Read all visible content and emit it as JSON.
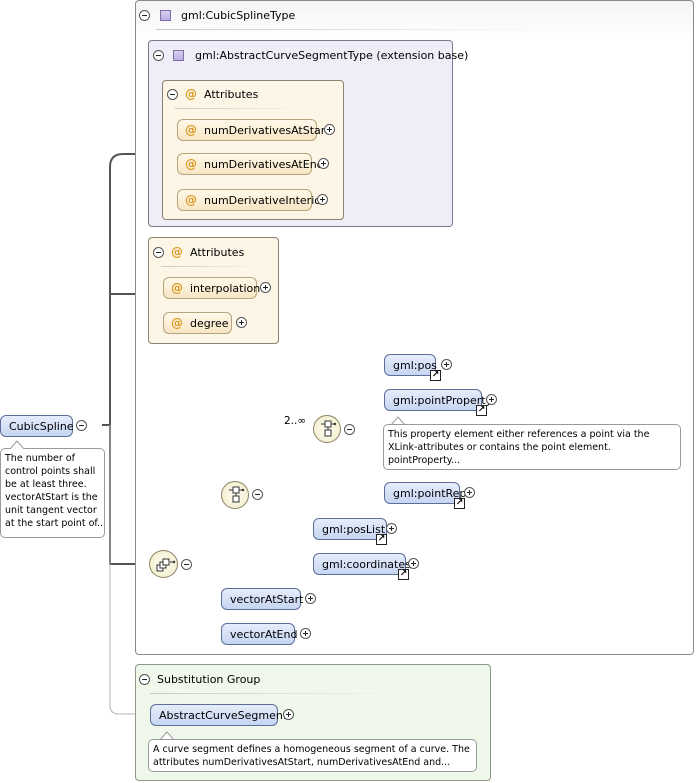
{
  "root": {
    "element_label": "CubicSpline",
    "doc_lines": [
      "The number of",
      "control points shall",
      "be at least three.",
      "vectorAtStart is the",
      "unit tangent vector",
      "at the start point of..."
    ]
  },
  "complex_type": {
    "title": "gml:CubicSplineType",
    "extension": {
      "title": "gml:AbstractCurveSegmentType (extension base)",
      "attributes_title": "Attributes",
      "attributes": [
        "numDerivativesAtStart",
        "numDerivativesAtEnd",
        "numDerivativeInterior"
      ]
    },
    "own_attributes": {
      "title": "Attributes",
      "items": [
        "interpolation",
        "degree"
      ]
    },
    "sequence": {
      "choice": {
        "occurrence": "2..∞",
        "inner_choice_elements": [
          "gml:pos",
          "gml:pointProperty",
          "gml:pointRep"
        ],
        "point_property_doc": [
          "This property element either references a point via the",
          "XLink-attributes or contains the point element.",
          "pointProperty..."
        ],
        "list_elements": [
          "gml:posList",
          "gml:coordinates"
        ]
      },
      "elements": [
        "vectorAtStart",
        "vectorAtEnd"
      ]
    }
  },
  "substitution_group": {
    "title": "Substitution Group",
    "element_label": "AbstractCurveSegment",
    "doc_lines": [
      "A curve segment defines a homogeneous segment of a curve. The",
      "attributes numDerivativesAtStart, numDerivativesAtEnd and..."
    ]
  },
  "icons": {
    "collapse": "minus-circle-icon",
    "expand": "plus-circle-icon",
    "type": "complex-type-icon",
    "attribute": "at-sign-icon",
    "reference": "reference-arrow-icon",
    "sequence": "sequence-compositor-icon",
    "choice": "choice-compositor-icon"
  },
  "colors": {
    "type_panel_bg": "#f1eff9",
    "attributes_bg": "#fdf6e8",
    "element_fill": "#d3def5",
    "attribute_fill": "#f9ebcf",
    "substitution_bg": "#eef8e8"
  }
}
